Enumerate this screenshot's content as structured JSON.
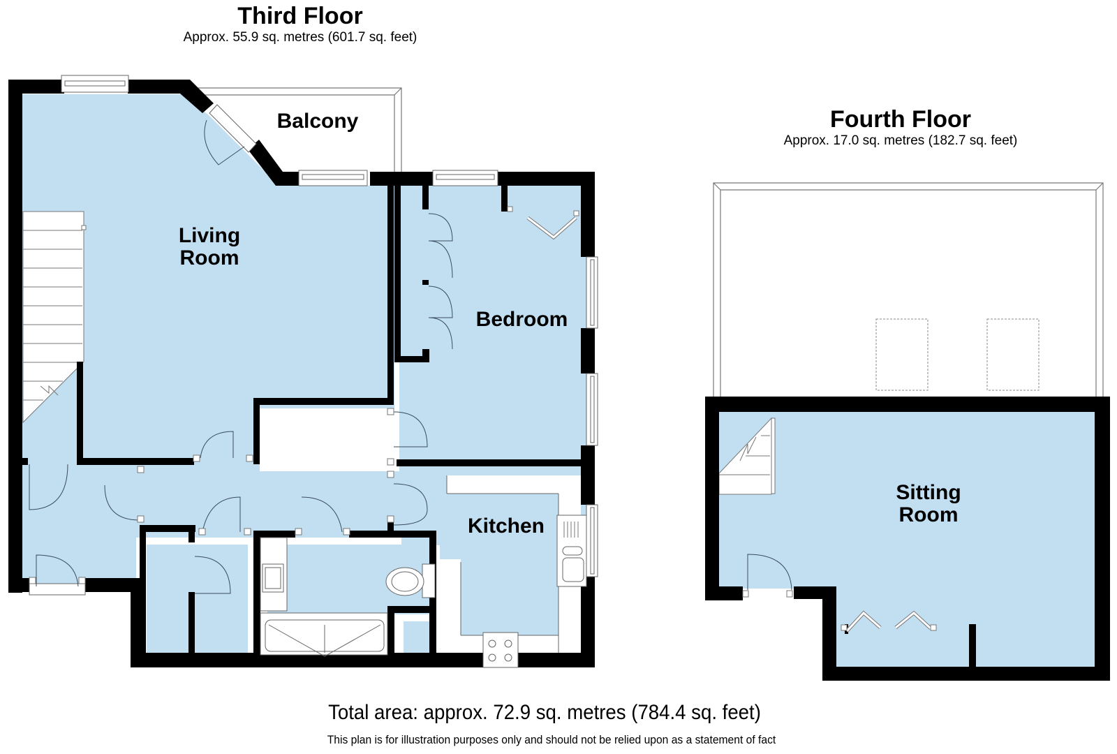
{
  "third_floor": {
    "title": "Third Floor",
    "area": "Approx. 55.9 sq. metres (601.7 sq. feet)",
    "rooms": {
      "balcony": "Balcony",
      "living_room_line1": "Living",
      "living_room_line2": "Room",
      "bedroom": "Bedroom",
      "kitchen": "Kitchen"
    }
  },
  "fourth_floor": {
    "title": "Fourth Floor",
    "area": "Approx. 17.0 sq. metres (182.7 sq. feet)",
    "rooms": {
      "sitting_room_line1": "Sitting",
      "sitting_room_line2": "Room"
    }
  },
  "footer": {
    "total_area": "Total area: approx. 72.9 sq. metres (784.4 sq. feet)",
    "disclaimer": "This plan is for illustration purposes only and should not be relied upon as a statement of fact"
  },
  "colors": {
    "room_fill": "#c2dff1",
    "wall": "#000000",
    "fixture_outline": "#6e6e6e"
  }
}
